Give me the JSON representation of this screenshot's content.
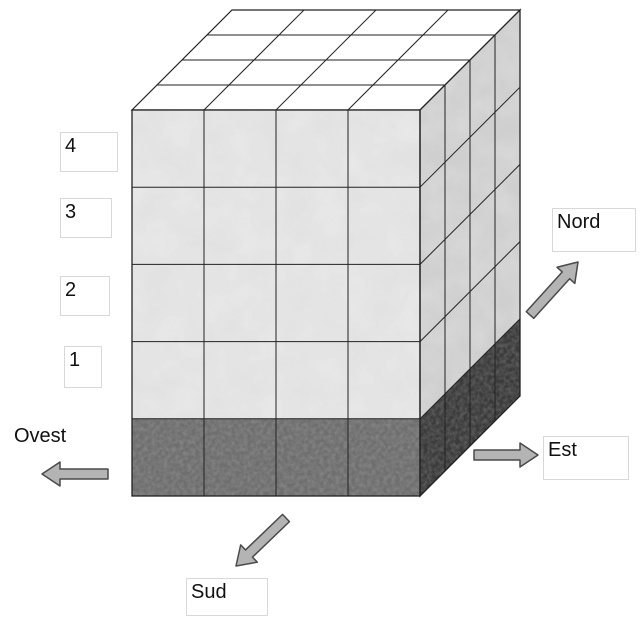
{
  "floors": [
    "4",
    "3",
    "2",
    "1"
  ],
  "directions": {
    "north": "Nord",
    "east": "Est",
    "south": "Sud",
    "west": "Ovest"
  },
  "grid": {
    "columns": 4,
    "depth": 4,
    "stone_floors": 4,
    "base_floors": 1
  },
  "colors": {
    "stone": "#e2e2e2",
    "stone_side": "#cfcfcf",
    "base": "#6e6e6e",
    "base_side": "#3a3a3a",
    "top": "#ffffff",
    "line": "#222222",
    "arrow_fill": "#b4b4b4",
    "arrow_stroke": "#4a4a4a"
  }
}
